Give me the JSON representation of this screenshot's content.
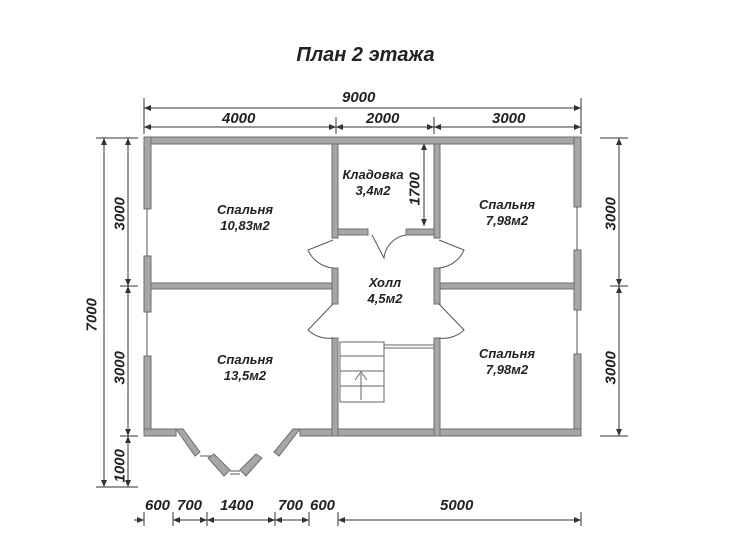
{
  "title": "План 2 этажа",
  "colors": {
    "wall": "#a6a6a6",
    "wall_edge": "#6e6e6e",
    "dimension_line": "#333333",
    "text": "#222222"
  },
  "dimensions": {
    "top_total": "9000",
    "top_segments": [
      "4000",
      "2000",
      "3000"
    ],
    "left_total": "7000",
    "left_segments": [
      "3000",
      "3000",
      "1000"
    ],
    "right_segments": [
      "3000",
      "3000"
    ],
    "bottom_segments": [
      "600",
      "700",
      "1400",
      "700",
      "600",
      "5000"
    ],
    "storage_height": "1700"
  },
  "rooms": [
    {
      "name": "Спальня",
      "area": "10,83м2"
    },
    {
      "name": "Кладовка",
      "area": "3,4м2"
    },
    {
      "name": "Спальня",
      "area": "7,98м2"
    },
    {
      "name": "Холл",
      "area": "4,5м2"
    },
    {
      "name": "Спальня",
      "area": "13,5м2"
    },
    {
      "name": "Спальня",
      "area": "7,98м2"
    }
  ]
}
